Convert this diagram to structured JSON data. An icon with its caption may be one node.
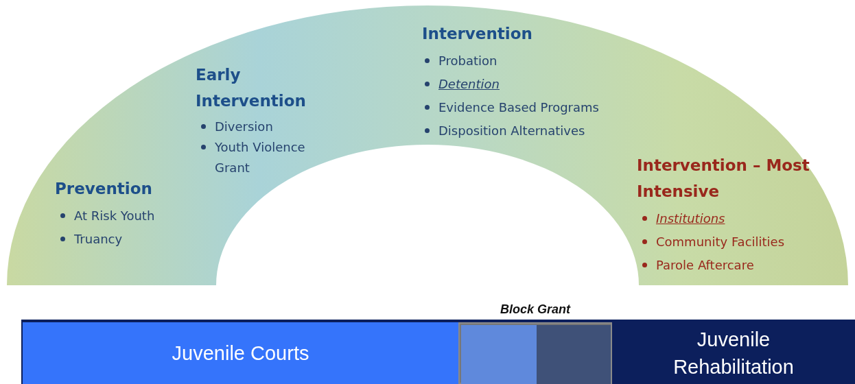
{
  "diagram": {
    "nodes": [
      {
        "text": [],
        "shape": "arch"
      },
      {
        "text": [
          "Prevention",
          "At Risk Youth",
          "Truancy"
        ],
        "in": 0
      },
      {
        "text": [
          "Early Intervention",
          "Diversion",
          "Youth Violence Grant"
        ],
        "in": 0
      },
      {
        "text": [
          "Intervention",
          "Probation",
          "Detention",
          "Evidence Based Programs",
          "Disposition Alternatives"
        ],
        "in": 0
      },
      {
        "text": [
          "Intervention – Most Intensive",
          "Institutions",
          "Community Facilities",
          "Parole Aftercare"
        ],
        "in": 0
      },
      {
        "text": [
          "Juvenile Courts"
        ]
      },
      {
        "text": [
          "Block Grant"
        ]
      },
      {
        "text": [],
        "shape": "box",
        "in": 6
      },
      {
        "text": [],
        "shape": "box",
        "in": 6
      },
      {
        "text": [
          "Juvenile Rehabilitation"
        ]
      }
    ],
    "edges": []
  }
}
